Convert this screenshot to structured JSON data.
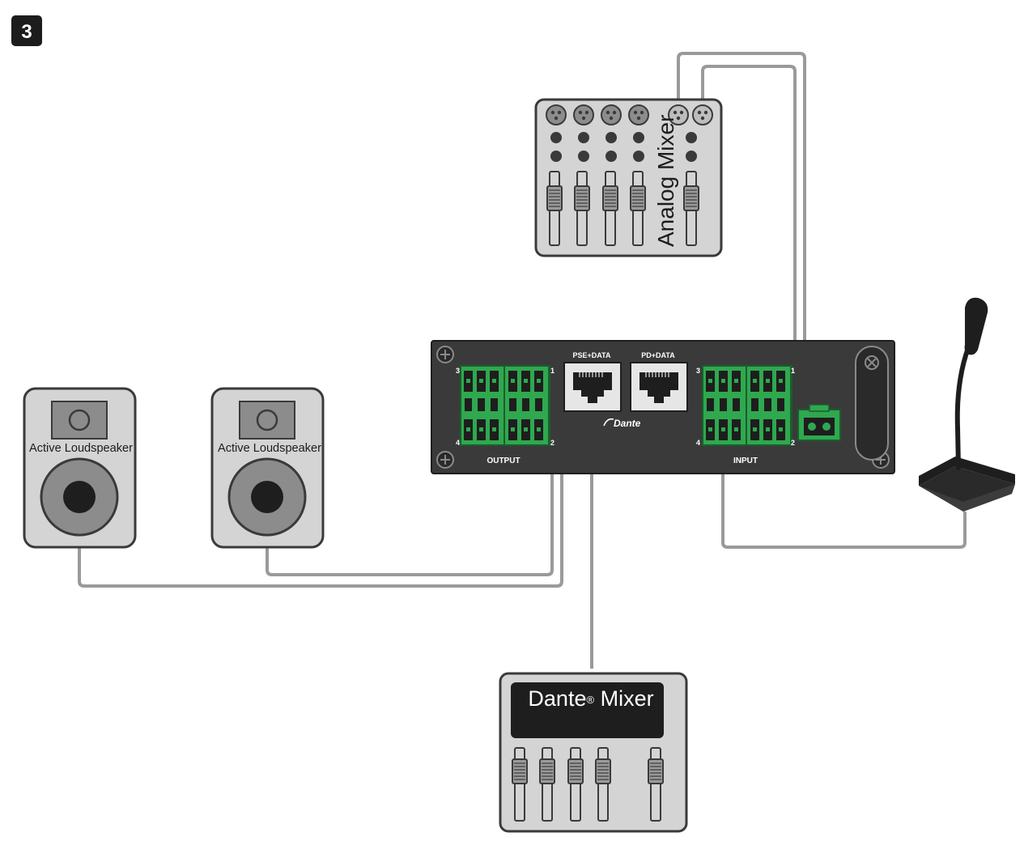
{
  "step_badge": "3",
  "analog_mixer": {
    "label": "Analog Mixer"
  },
  "device": {
    "port_left_label": "PSE+DATA",
    "port_right_label": "PD+DATA",
    "brand": "Dante",
    "output_label": "OUTPUT",
    "input_label": "INPUT",
    "output_numbers": [
      "3",
      "1",
      "4",
      "2"
    ],
    "input_numbers": [
      "3",
      "1",
      "4",
      "2"
    ]
  },
  "speakers": [
    {
      "label": "Active Loudspeaker"
    },
    {
      "label": "Active Loudspeaker"
    }
  ],
  "dante_mixer": {
    "label": "Dante",
    "registered": "®",
    "suffix": " Mixer"
  },
  "colors": {
    "device_body": "#3a3a3a",
    "terminal_green": "#2fa84f",
    "cable_gray": "#9a9a9a",
    "panel_gray": "#d4d4d4",
    "outline": "#3a3a3a"
  }
}
